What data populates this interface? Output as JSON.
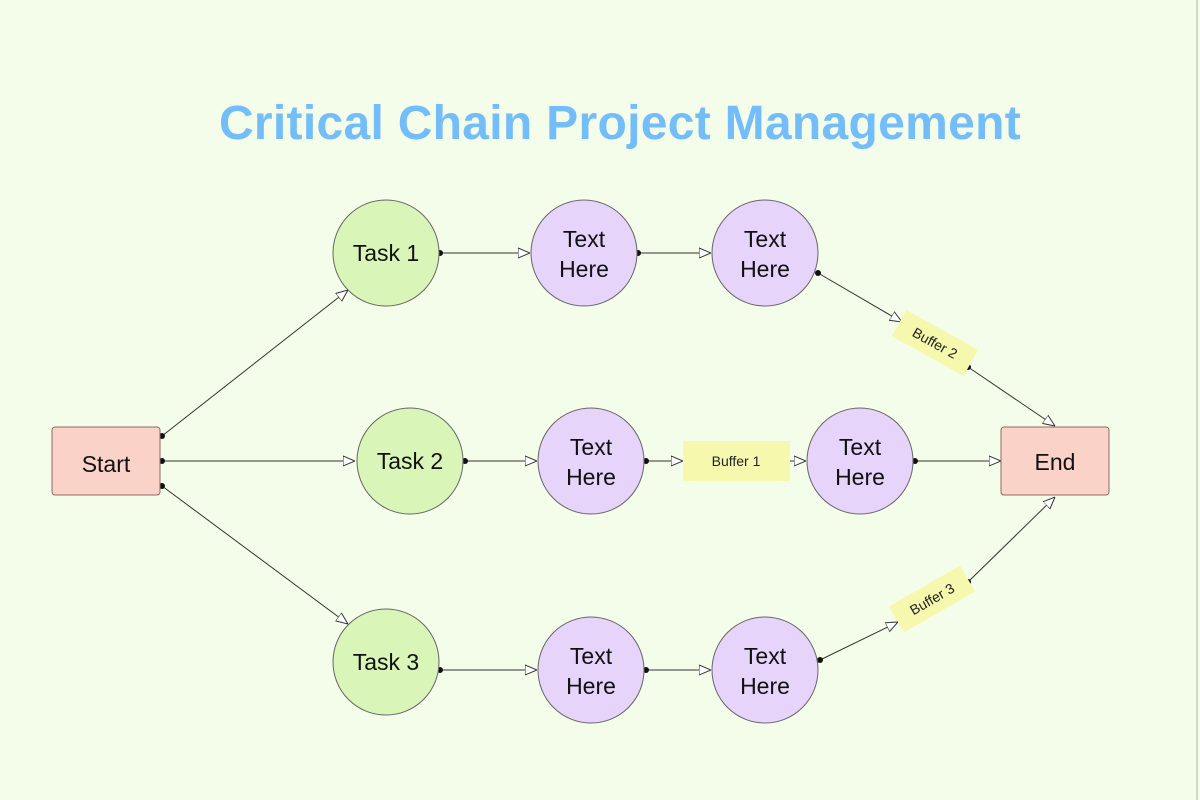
{
  "title": "Critical Chain Project Management",
  "colors": {
    "background": "#f4fde9",
    "title": "#73bdfa",
    "terminal_fill": "#fbd2c8",
    "task_fill": "#d9f5b8",
    "activity_fill": "#e6d4fb",
    "buffer_fill": "#f6f9ad",
    "connector": "#333333"
  },
  "nodes": {
    "start": "Start",
    "end": "End",
    "task1": "Task 1",
    "task2": "Task 2",
    "task3": "Task 3",
    "activity_label": "Text Here",
    "buffer1": "Buffer 1",
    "buffer2": "Buffer 2",
    "buffer3": "Buffer 3"
  }
}
